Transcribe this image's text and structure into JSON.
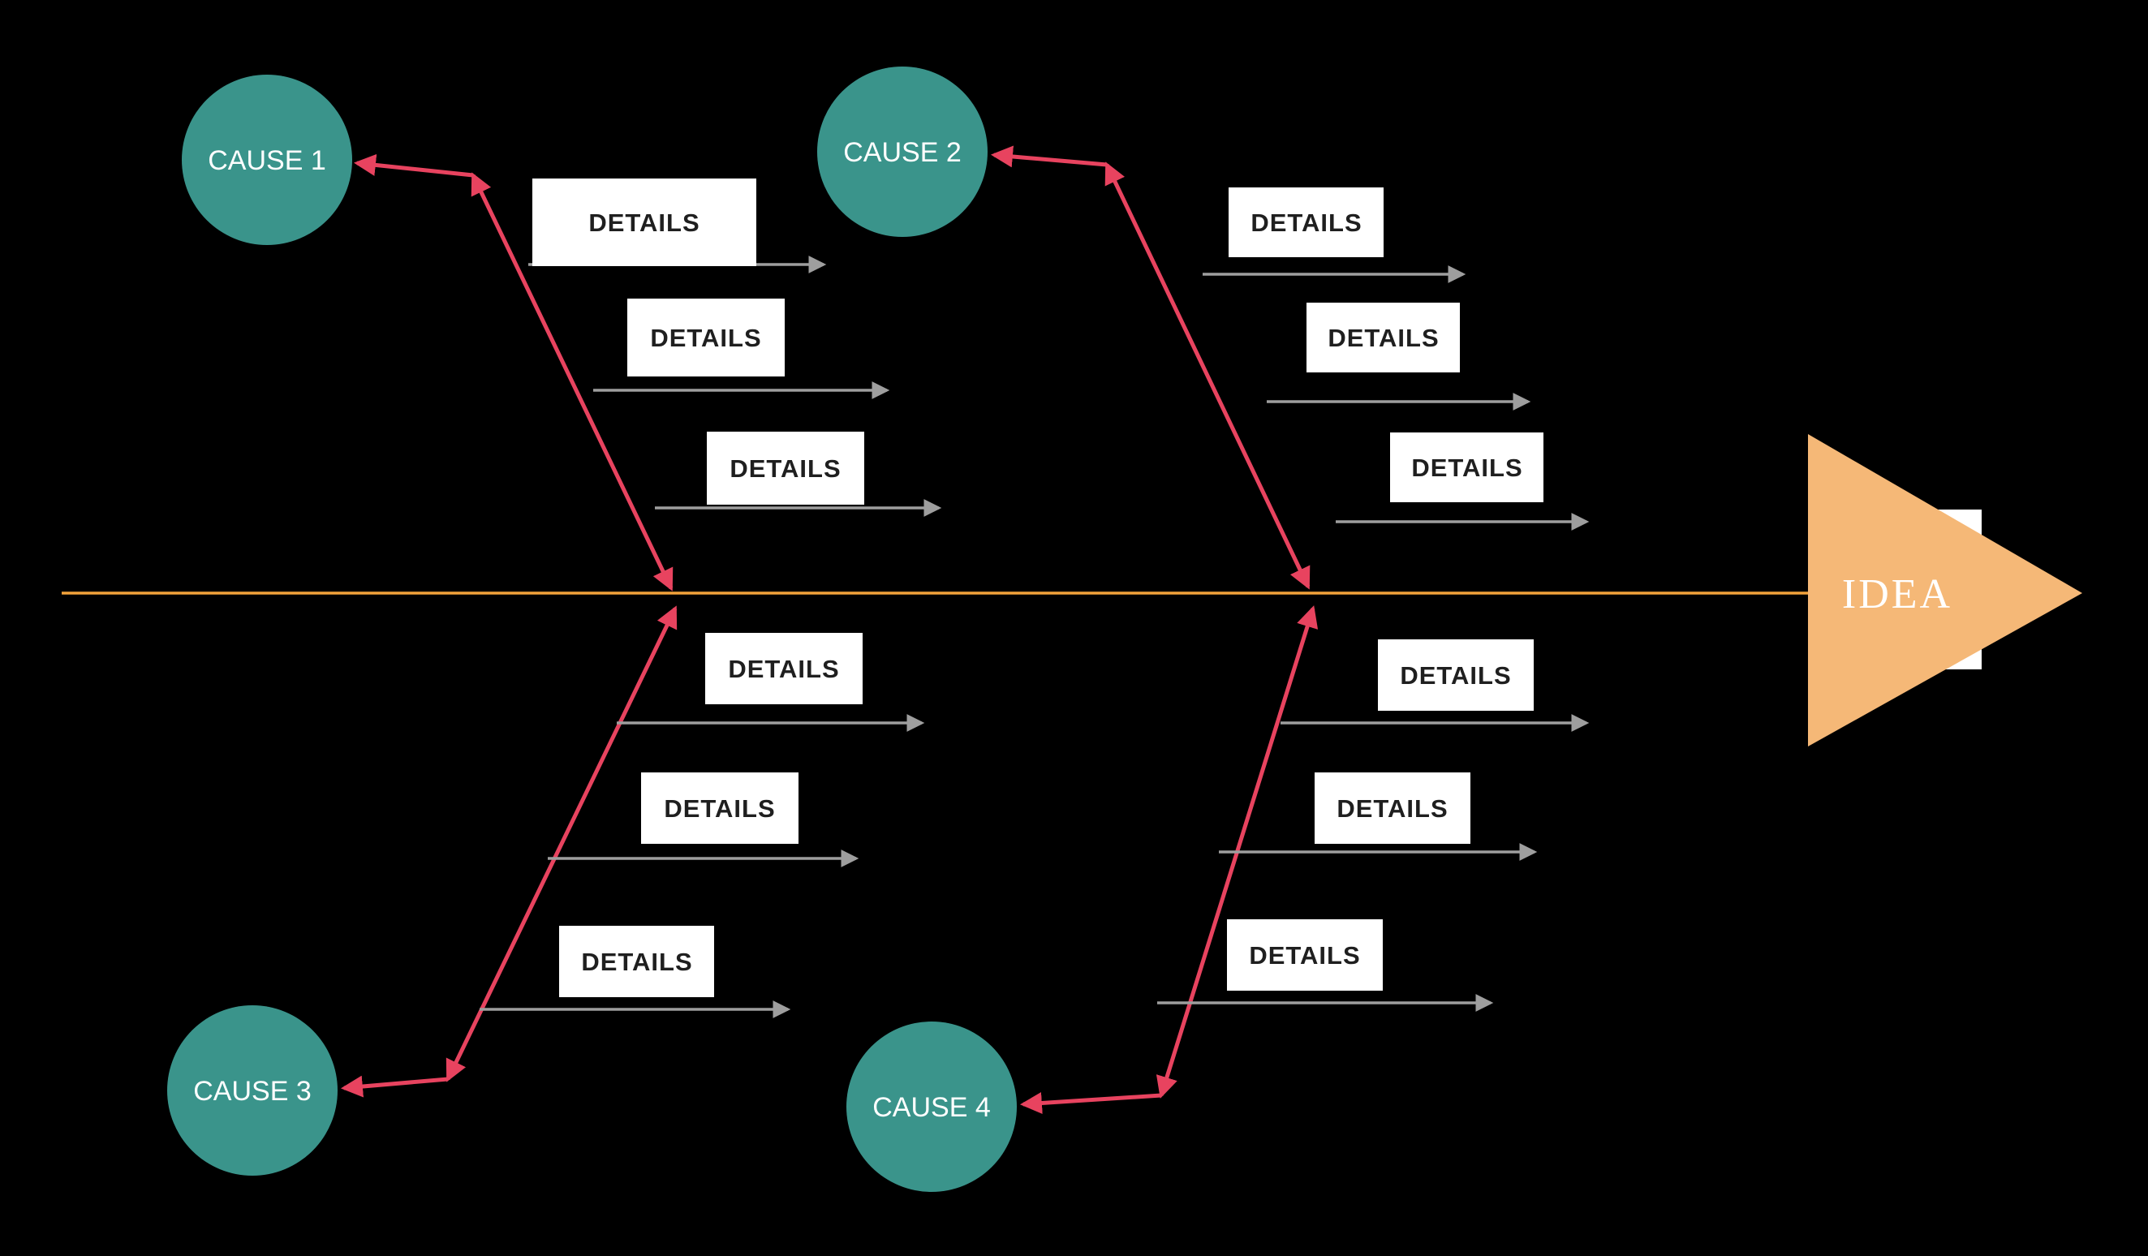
{
  "diagram_type": "fishbone",
  "colors": {
    "background": "#000000",
    "cause_node": "#3a948b",
    "cause_text": "#ffffff",
    "branch_arrow": "#e8435f",
    "detail_box_bg": "#ffffff",
    "detail_text": "#1f1f1f",
    "detail_arrow": "#9e9e9e",
    "spine": "#f2a23b",
    "idea_triangle": "#f5b877",
    "idea_text": "#ffffff"
  },
  "causes": [
    {
      "label": "CAUSE 1",
      "position": "top-left",
      "details": [
        "DETAILS",
        "DETAILS",
        "DETAILS"
      ]
    },
    {
      "label": "CAUSE 2",
      "position": "top-right",
      "details": [
        "DETAILS",
        "DETAILS",
        "DETAILS"
      ]
    },
    {
      "label": "CAUSE 3",
      "position": "bottom-left",
      "details": [
        "DETAILS",
        "DETAILS",
        "DETAILS"
      ]
    },
    {
      "label": "CAUSE 4",
      "position": "bottom-right",
      "details": [
        "DETAILS",
        "DETAILS",
        "DETAILS"
      ]
    }
  ],
  "effect": {
    "label": "IDEA"
  }
}
